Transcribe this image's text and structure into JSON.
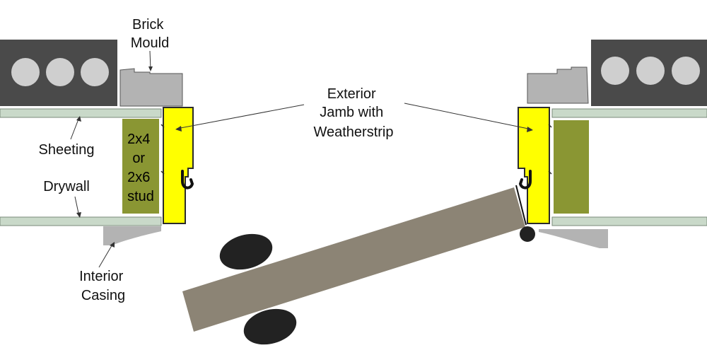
{
  "labels": {
    "brick_mould": [
      "Brick",
      "Mould"
    ],
    "exterior_jamb": [
      "Exterior",
      "Jamb with",
      "Weatherstrip"
    ],
    "sheeting": "Sheeting",
    "drywall": "Drywall",
    "interior_casing": [
      "Interior",
      "Casing"
    ],
    "stud": [
      "2x4",
      "or",
      "2x6",
      "stud"
    ]
  },
  "colors": {
    "brick": "#4a4a4a",
    "brick_hole": "#cfcfcf",
    "brick_mould": "#b3b3b3",
    "sheet": "#c9d9c9",
    "jamb": "#ffff00",
    "stud": "#8a9633",
    "casing": "#b3b3b3",
    "door": "#8c8475",
    "hinge": "#222222",
    "outline": "#2b2b2b"
  }
}
